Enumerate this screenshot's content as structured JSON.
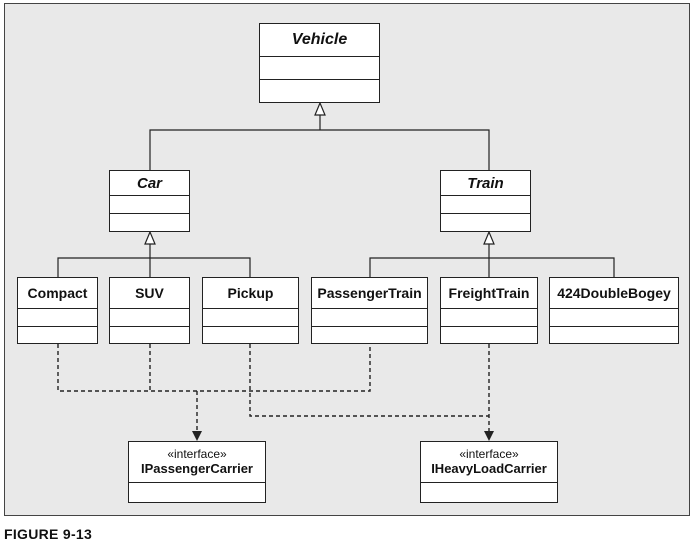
{
  "classes": {
    "vehicle": {
      "name": "Vehicle"
    },
    "car": {
      "name": "Car"
    },
    "train": {
      "name": "Train"
    },
    "compact": {
      "name": "Compact"
    },
    "suv": {
      "name": "SUV"
    },
    "pickup": {
      "name": "Pickup"
    },
    "passenger_train": {
      "name": "PassengerTrain"
    },
    "freight_train": {
      "name": "FreightTrain"
    },
    "double_bogey": {
      "name": "424DoubleBogey"
    }
  },
  "interfaces": {
    "passenger_carrier": {
      "stereotype": "«interface»",
      "name": "IPassengerCarrier"
    },
    "heavy_load_carrier": {
      "stereotype": "«interface»",
      "name": "IHeavyLoadCarrier"
    }
  },
  "caption": "FIGURE 9-13"
}
